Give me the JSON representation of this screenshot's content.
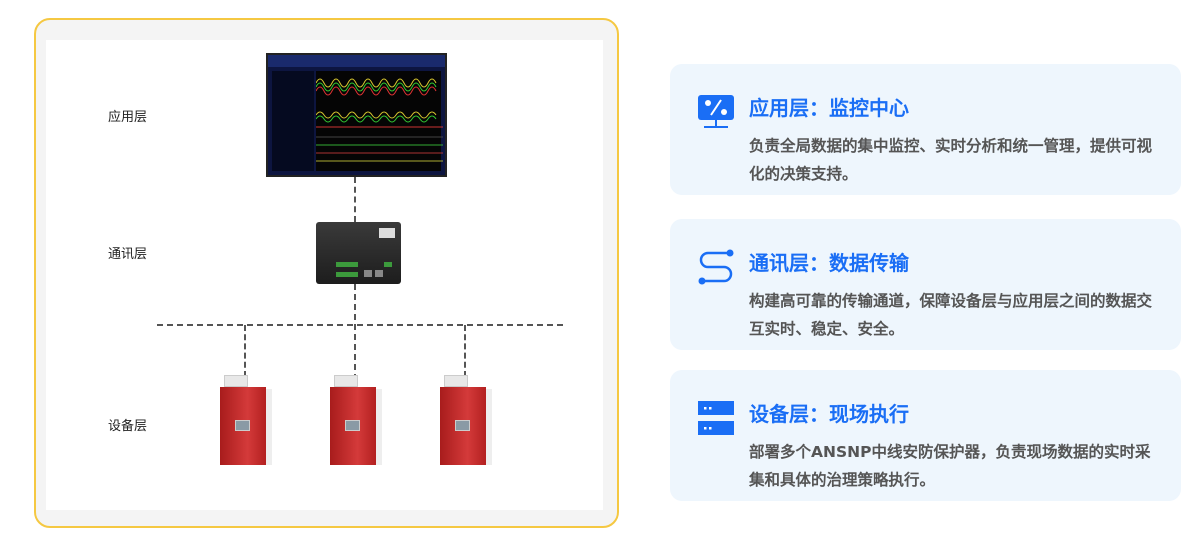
{
  "diagram": {
    "layers": [
      {
        "label": "应用层"
      },
      {
        "label": "通讯层"
      },
      {
        "label": "设备层"
      }
    ]
  },
  "cards": [
    {
      "icon": "monitor-percent-icon",
      "title": "应用层：监控中心",
      "desc": "负责全局数据的集中监控、实时分析和统一管理，提供可视化的决策支持。"
    },
    {
      "icon": "connection-path-icon",
      "title": "通讯层：数据传输",
      "desc": "构建高可靠的传输通道，保障设备层与应用层之间的数据交互实时、稳定、安全。"
    },
    {
      "icon": "server-icon",
      "title": "设备层：现场执行",
      "desc": "部署多个ANSNP中线安防保护器，负责现场数据的实时采集和具体的治理策略执行。"
    }
  ],
  "colors": {
    "accent": "#1a6ef5",
    "frame": "#f5c842",
    "card_bg": "#eef6fd",
    "device_red": "#c62a2a"
  }
}
